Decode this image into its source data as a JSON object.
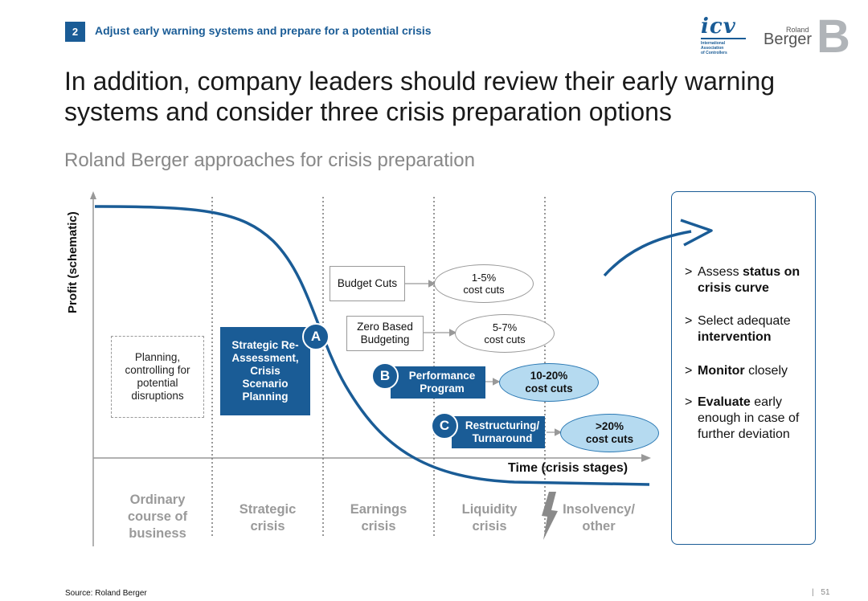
{
  "header": {
    "section_number": "2",
    "section_title": "Adjust early warning systems and prepare for a potential crisis",
    "title_line1": "In addition, company leaders should review their early warning",
    "title_line2": "systems and consider three crisis preparation options",
    "subtitle": "Roland Berger approaches for crisis preparation"
  },
  "logos": {
    "icv_mark": "icv",
    "icv_text": [
      "International",
      "Association",
      "of Controllers"
    ],
    "rb_small": "Roland",
    "rb_big": "Berger",
    "rb_letter": "B"
  },
  "diagram": {
    "y_axis_label": "Profit (schematic)",
    "x_axis_label": "Time (crisis stages)",
    "planning_box": [
      "Planning,",
      "controlling for",
      "potential",
      "disruptions"
    ],
    "strategic_box": [
      "Strategic Re-",
      "Assessment,",
      "Crisis",
      "Scenario",
      "Planning"
    ],
    "markers": {
      "a": "A",
      "b": "B",
      "c": "C"
    },
    "budget_cuts": "Budget Cuts",
    "budget_cuts_result": [
      "1-5%",
      "cost cuts"
    ],
    "zero_based": [
      "Zero Based",
      "Budgeting"
    ],
    "zero_based_result": [
      "5-7%",
      "cost cuts"
    ],
    "performance": [
      "Performance",
      "Program"
    ],
    "performance_result": [
      "10-20%",
      "cost cuts"
    ],
    "restructuring": [
      "Restructuring/",
      "Turnaround"
    ],
    "restructuring_result": [
      ">20%",
      "cost cuts"
    ],
    "stages": [
      [
        "Ordinary",
        "course of",
        "business"
      ],
      [
        "Strategic",
        "crisis"
      ],
      [
        "Earnings",
        "crisis"
      ],
      [
        "Liquidity",
        "crisis"
      ],
      [
        "Insolvency/",
        "other"
      ]
    ]
  },
  "panel": {
    "b1": {
      "plain": "Assess ",
      "bold": "status on crisis curve"
    },
    "b2": {
      "plain": "Select adequate ",
      "bold": "intervention"
    },
    "b3": {
      "bold": "Monitor",
      "plain": " closely"
    },
    "b4": {
      "bold": "Evaluate",
      "plain": " early enough in case of further deviation"
    },
    "gt": ">"
  },
  "footer": {
    "source": "Source: Roland Berger",
    "page_sep": "|",
    "page": "51"
  },
  "colors": {
    "accent": "#1a5c96",
    "light_blue": "#b5daf0",
    "stage_gray": "#9a9a9a"
  }
}
